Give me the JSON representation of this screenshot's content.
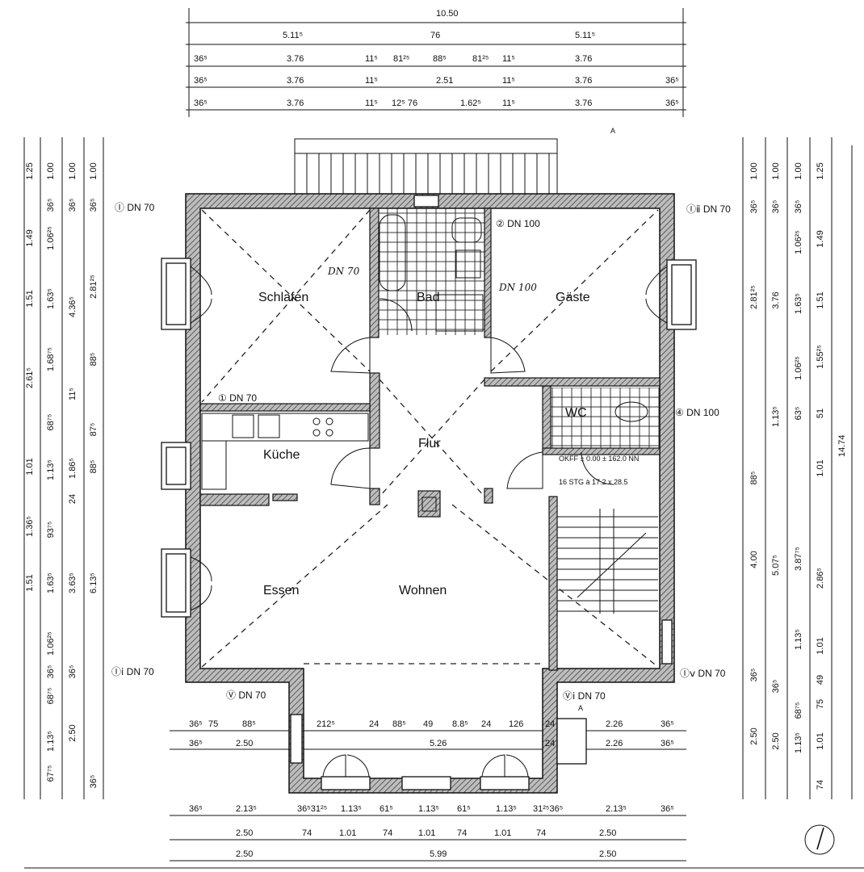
{
  "plan": {
    "rooms": {
      "schlafen": "Schlafen",
      "bad": "Bad",
      "gaeste": "Gäste",
      "kueche": "Küche",
      "flur": "Flur",
      "wc": "WC",
      "essen": "Essen",
      "wohnen": "Wohnen"
    },
    "notes": {
      "dn_I": "Ⓘ DN 70",
      "dn_2": "② DN 100",
      "dn_hand_bad": "DN 70",
      "dn_hand_gaeste": "DN 100",
      "dn_III": "Ⓘⅱ DN 70",
      "dn_1": "① DN 70",
      "dn_4": "④ DN 100",
      "okff": "OKFF ± 0.00 ± 162.0 NN",
      "stairs": "16 STG à 17.2 x 28.5",
      "dn_II": "Ⓘⅰ DN 70",
      "dn_IV": "Ⓘⅴ DN 70",
      "dn_V": "Ⓥ DN 70",
      "dn_VI": "Ⓥⅰ DN 70",
      "section_top": "A",
      "section_bottom": "A"
    },
    "dimensions": {
      "top": [
        [
          "10.50"
        ],
        [
          "5.11⁵",
          "76",
          "5.11⁵"
        ],
        [
          "36⁵",
          "3.76",
          "11⁵",
          "81²⁵",
          "88⁵",
          "81²⁵",
          "11⁵",
          "3.76"
        ],
        [
          "36⁵",
          "3.76",
          "11⁵",
          "2.51",
          "11⁵",
          "3.76",
          "36⁵"
        ],
        [
          "36⁵",
          "3.76",
          "11⁵",
          "12⁵ 76",
          "1.62⁵",
          "11⁵",
          "3.76",
          "36⁵"
        ]
      ],
      "bottom": [
        [
          "36⁵",
          "75",
          "88⁵",
          "212⁵",
          "24",
          "88⁵",
          "49",
          "8.8⁵",
          "24",
          "126",
          "24",
          "2.26",
          "36⁵"
        ],
        [
          "36⁵",
          "2.50",
          "5.26",
          "24",
          "2.26",
          "36⁵"
        ],
        [
          "36⁵",
          "2.13⁵",
          "36⁵31²⁵",
          "1.13⁵",
          "61⁵",
          "1.13⁵",
          "61⁵",
          "1.13⁵",
          "31²⁵36⁵",
          "2.13⁵",
          "36⁵"
        ],
        [
          "2.50",
          "74",
          "1.01",
          "74",
          "1.01",
          "74",
          "1.01",
          "74",
          "2.50"
        ],
        [
          "2.50",
          "5.99",
          "2.50"
        ]
      ],
      "left": [
        [
          "1.25",
          "1.49",
          "1.51",
          "2.61⁵",
          "1.01",
          "1.36⁵",
          "1.51"
        ],
        [
          "1.00",
          "36⁵",
          "1.06²⁵",
          "1.63⁵",
          "1.68⁷⁵",
          "68⁷⁵",
          "1.13⁵",
          "93⁷⁵",
          "1.63⁵",
          "1.06²⁵",
          "36⁵",
          "68⁷⁵",
          "1.13⁵",
          "67⁷⁵"
        ],
        [
          "1.00",
          "36⁵",
          "4.36⁵",
          "11⁵",
          "1.86⁵",
          "24",
          "3.63⁵",
          "36⁵",
          "2.50"
        ],
        [
          "1.00",
          "36⁵",
          "2.81²⁵",
          "88⁵",
          "87⁵",
          "88⁵",
          "6.13⁵",
          "36⁵"
        ]
      ],
      "right": [
        [
          "1.00",
          "36⁵",
          "2.81²⁵",
          "88⁵",
          "4.00",
          "36⁵",
          "2.50"
        ],
        [
          "1.00",
          "36⁵",
          "3.76",
          "1.13⁵",
          "5.07⁵",
          "36⁵",
          "2.50"
        ],
        [
          "1.00",
          "36⁵",
          "1.06²⁵",
          "1.63⁵",
          "1.06²⁵",
          "63⁵",
          "3.87⁷⁵",
          "1.13⁵",
          "68⁷⁵",
          "1.13⁵"
        ],
        [
          "1.25",
          "1.49",
          "1.51",
          "1.55²⁵",
          "51",
          "1.01",
          "2.86⁵",
          "1.01",
          "49",
          "75",
          "1.01",
          "74"
        ]
      ],
      "total_right": "14.74"
    }
  }
}
